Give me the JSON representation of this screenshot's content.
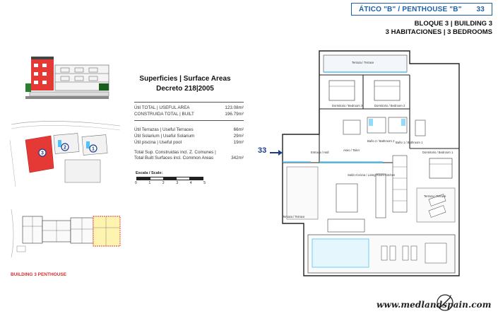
{
  "header": {
    "badge_title": "ÁTICO \"B\" / PENTHOUSE \"B\"",
    "badge_number": "33",
    "line1": "BLOQUE 3 | BUILDING 3",
    "line2": "3 HABITACIONES | 3 BEDROOMS"
  },
  "areas": {
    "title1": "Superficies | Surface Areas",
    "title2": "Decreto 218|2005",
    "rows_a": [
      {
        "label": "Útil TOTAL | USEFUL  AREA",
        "value": "123.08m²"
      },
      {
        "label": "CONSTRUIDA TOTAL | BUILT",
        "value": "196.79m²"
      }
    ],
    "rows_b": [
      {
        "label": "Útil Terrazas | Useful Terraces",
        "value": "66m²"
      },
      {
        "label": "Útil Solarium | Useful Solarium",
        "value": "29m²"
      },
      {
        "label": "Útil piscina | Useful pool",
        "value": "19m²"
      }
    ],
    "total_line1": "Total Sup. Construidas incl. Z. Comunes |",
    "total_line2": "Total Built Surfaces incl. Common Areas",
    "total_value": "342m²"
  },
  "scale": {
    "label": "Escala / Scale:",
    "ticks": [
      "0",
      "1",
      "2",
      "3",
      "4",
      "5"
    ]
  },
  "site_plan": {
    "markers": [
      "3",
      "2",
      "1"
    ]
  },
  "building_label": "BUILDING 3 PENTHOUSE",
  "floor_plan": {
    "entry_marker": "33",
    "rooms": {
      "terrace_top": "Terraza / Terrace",
      "bed3": "Dormitorio / Bedroom 3",
      "bed2": "Dormitorio / Bedroom 2",
      "hall": "Entrada / Hall",
      "toilet": "Aseo / Toilet",
      "bath2": "Baño 2 / Bathroom 2",
      "bath1": "Baño 1 / Bathroom 1",
      "bed1": "Dormitorio / Bedroom 1",
      "living": "Salón-Cocina / Living Room-Kitchen",
      "terrace_left": "Terraza / Terrace",
      "terrace_right": "Terraza / Terrace"
    }
  },
  "watermark": "www.medlandspain.com",
  "colors": {
    "accent_blue": "#1a5fa8",
    "building_red": "#e53935",
    "pool_cyan": "#4fc3f7",
    "label_red": "#d32f2f"
  }
}
